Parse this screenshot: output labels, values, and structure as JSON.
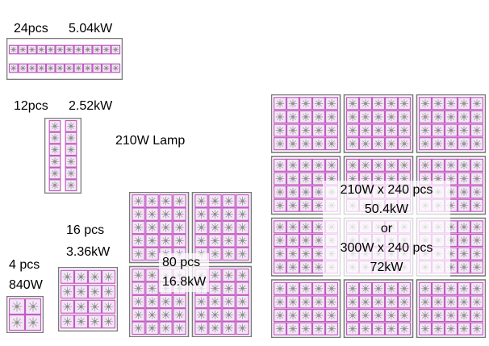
{
  "labels": {
    "a24": {
      "count": "24pcs",
      "power": "5.04kW"
    },
    "a12": {
      "count": "12pcs",
      "power": "2.52kW"
    },
    "lamp": "210W Lamp",
    "a16": {
      "count": "16 pcs",
      "power": "3.36kW"
    },
    "a4": {
      "count": "4 pcs",
      "power": "840W"
    },
    "a80": {
      "count": "80 pcs",
      "power": "16.8kW"
    },
    "a240": {
      "line1": "210W x 240 pcs",
      "line2": "50.4kW",
      "line3": "or",
      "line4": "300W x 240 pcs",
      "line5": "72kW"
    }
  },
  "colors": {
    "frame": "#7a7a7a",
    "lamp_border": "#c05cc0",
    "lamp_fill": "#f3e6f6",
    "spoke": "#8a8a8a",
    "overlay_bg": "#ffffff"
  },
  "arrays": {
    "a24": {
      "cols": 12,
      "rows": 2
    },
    "a12": {
      "cols": 2,
      "rows": 6
    },
    "a16": {
      "cols": 4,
      "rows": 4
    },
    "a4": {
      "cols": 2,
      "rows": 2
    },
    "a80_block": {
      "cols": 4,
      "rows": 5
    },
    "a240_block": {
      "cols": 5,
      "rows": 4
    }
  }
}
